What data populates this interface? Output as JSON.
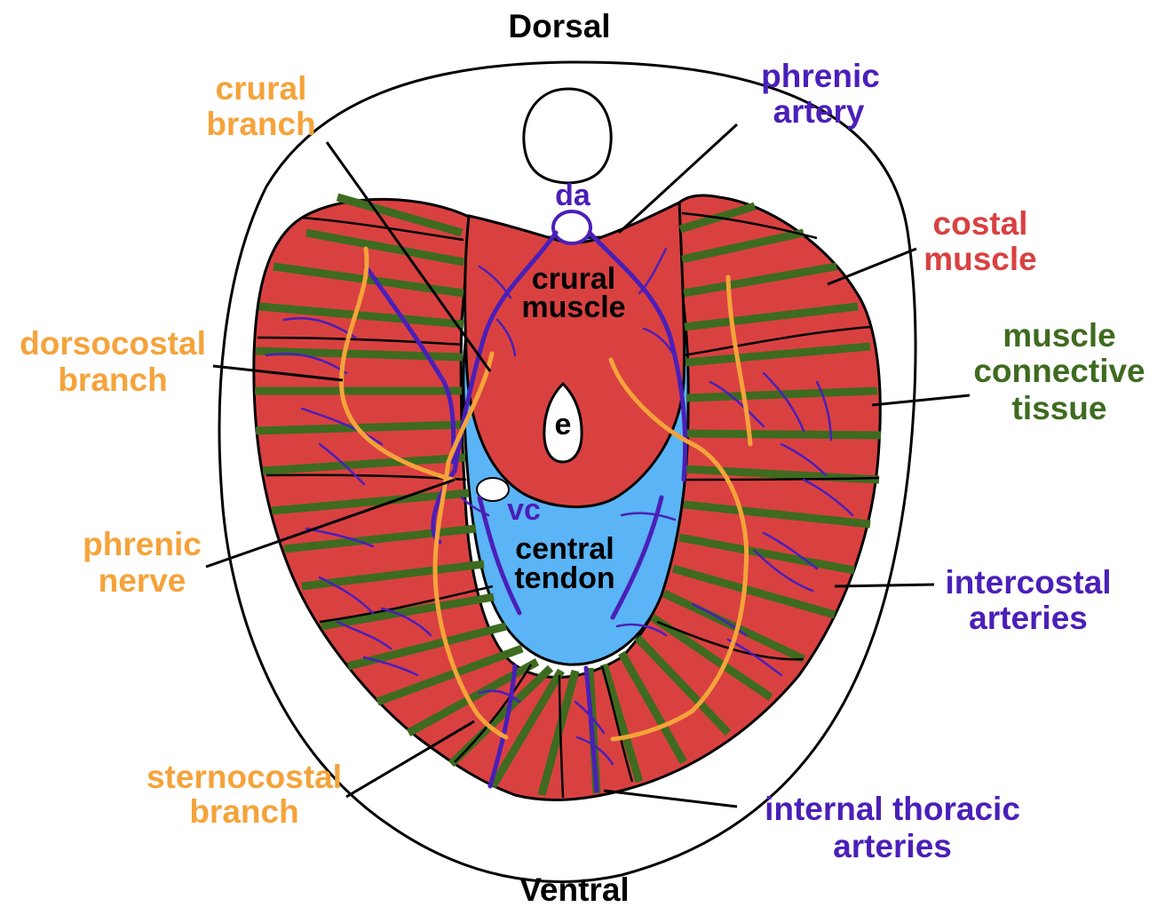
{
  "orientation": {
    "top": "Dorsal",
    "bottom": "Ventral"
  },
  "inner_labels": {
    "da": "da",
    "crural_muscle": [
      "crural",
      "muscle"
    ],
    "e": "e",
    "vc": "vc",
    "central_tendon": [
      "central",
      "tendon"
    ]
  },
  "callouts": {
    "crural_branch": [
      "crural",
      "branch"
    ],
    "phrenic_artery": [
      "phrenic",
      "artery"
    ],
    "costal_muscle": [
      "costal",
      "muscle"
    ],
    "muscle_connective_tissue": [
      "muscle",
      "connective",
      "tissue"
    ],
    "dorsocostal_branch": [
      "dorsocostal",
      "branch"
    ],
    "phrenic_nerve": [
      "phrenic",
      "nerve"
    ],
    "intercostal_arteries": [
      "intercostal",
      "arteries"
    ],
    "sternocostal_branch": [
      "sternocostal",
      "branch"
    ],
    "internal_thoracic_arteries": [
      "internal thoracic",
      "arteries"
    ]
  },
  "colors": {
    "nerve": "#f5a33a",
    "artery": "#4a1fb8",
    "muscle": "#d94141",
    "connective": "#3e6b1f",
    "tendon": "#5ab4f5",
    "outline": "#000000"
  }
}
